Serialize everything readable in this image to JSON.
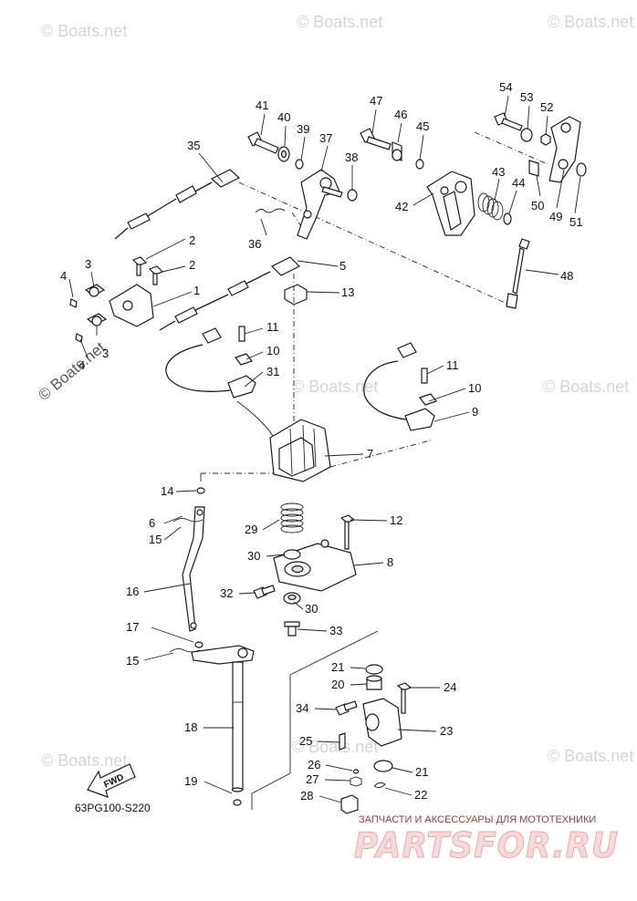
{
  "diagram": {
    "code": "63PG100-S220",
    "fwd_label": "FWD"
  },
  "watermark": {
    "text": "© Boats.net",
    "colors": {
      "faint": "#d4d4d4",
      "strong": "#5a5a5a"
    }
  },
  "branding": {
    "tagline": "ЗАПЧАСТИ И АКСЕССУАРЫ ДЛЯ МОТОТЕХНИКИ",
    "name": "PARTSFOR.RU",
    "colors": {
      "fill": "#f6d9d9",
      "stroke": "#e8a8a8"
    }
  },
  "callouts": [
    "1",
    "2",
    "3",
    "4",
    "5",
    "6",
    "7",
    "8",
    "9",
    "10",
    "11",
    "12",
    "13",
    "14",
    "15",
    "16",
    "17",
    "18",
    "19",
    "20",
    "21",
    "22",
    "23",
    "24",
    "25",
    "26",
    "27",
    "28",
    "29",
    "30",
    "31",
    "32",
    "33",
    "34",
    "35",
    "36",
    "37",
    "38",
    "39",
    "40",
    "41",
    "42",
    "43",
    "44",
    "45",
    "46",
    "47",
    "48",
    "49",
    "50",
    "51",
    "52",
    "53",
    "54"
  ]
}
